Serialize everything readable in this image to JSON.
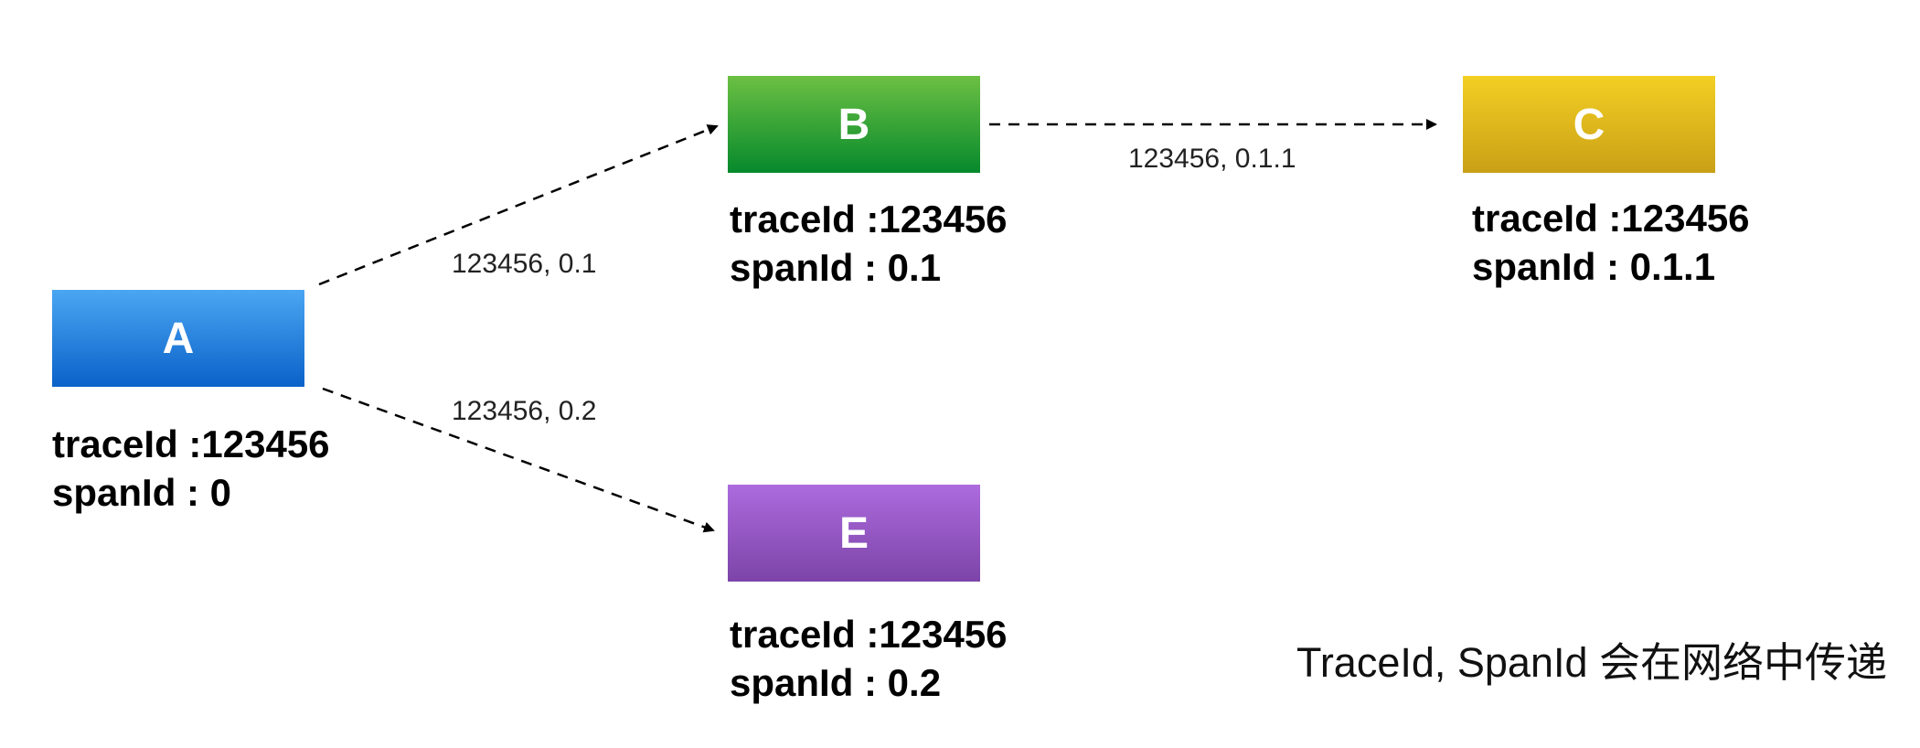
{
  "nodes": {
    "a": {
      "label": "A",
      "trace": "traceId :123456",
      "span": "spanId : 0"
    },
    "b": {
      "label": "B",
      "trace": "traceId :123456",
      "span": "spanId : 0.1"
    },
    "c": {
      "label": "C",
      "trace": "traceId :123456",
      "span": "spanId : 0.1.1"
    },
    "e": {
      "label": "E",
      "trace": "traceId :123456",
      "span": "spanId : 0.2"
    }
  },
  "edges": {
    "a_to_b": "123456, 0.1",
    "a_to_e": "123456, 0.2",
    "b_to_c": "123456, 0.1.1"
  },
  "caption": "TraceId, SpanId 会在网络中传递",
  "colors": {
    "node_a": "#1f7fe0",
    "node_b": "#2ea638",
    "node_c": "#dfb41c",
    "node_e": "#9456c4",
    "arrow": "#000000"
  }
}
